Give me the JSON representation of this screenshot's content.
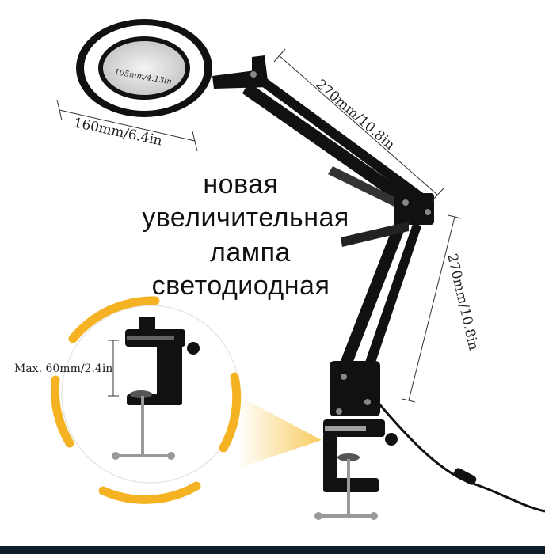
{
  "product": {
    "title_lines": [
      "новая",
      "увеличительная",
      "лампа",
      "светодиодная"
    ]
  },
  "dimensions": {
    "lens_inner": "105mm/4.13in",
    "lens_outer": "160mm/6.4in",
    "upper_arm": "270mm/10.8in",
    "lower_arm": "270mm/10.8in",
    "clamp_max": "Max. 60mm/2.4in"
  },
  "colors": {
    "accent": "#f5b323",
    "lamp_body": "#111111",
    "dimension_line": "#333333",
    "footer_bar": "#0f1f2a"
  },
  "icons": [
    "magnifier-lens-icon",
    "lamp-arm-icon",
    "clamp-icon"
  ]
}
